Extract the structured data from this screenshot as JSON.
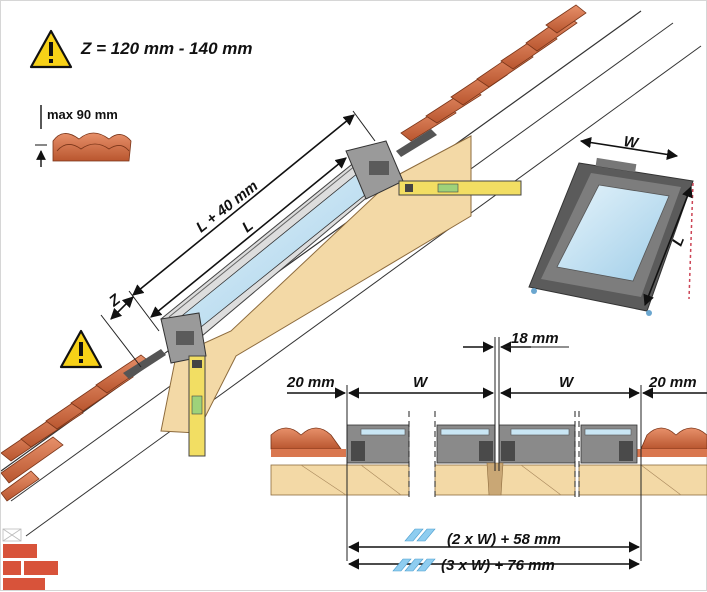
{
  "labels": {
    "z_range": "Z = 120 mm - 140 mm",
    "max_height": "max 90 mm",
    "l_plus_40": "L + 40 mm",
    "l": "L",
    "z": "Z",
    "w_window": "W",
    "l_window": "L",
    "gap_18": "18 mm",
    "left_20": "20 mm",
    "right_20": "20 mm",
    "w_left": "W",
    "w_right": "W",
    "two_windows": "(2 x W) + 58 mm",
    "three_windows": "(3 x W) + 76 mm"
  },
  "icons": {
    "warning_top": "warning-triangle-icon",
    "warning_mid": "warning-triangle-icon"
  },
  "colors": {
    "warning_yellow": "#f7d117",
    "tile_red": "#d9774f",
    "tile_dark": "#b5552f",
    "wood": "#f3d9a6",
    "frame_gray": "#6e6e6e",
    "glass_blue": "#bfe0f2",
    "level_yellow": "#f2de63",
    "brick": "#d8533a"
  }
}
